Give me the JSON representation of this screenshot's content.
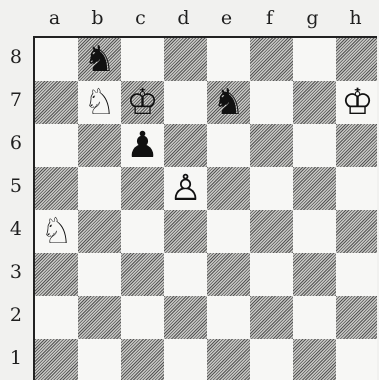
{
  "board": {
    "files": [
      "a",
      "b",
      "c",
      "d",
      "e",
      "f",
      "g",
      "h"
    ],
    "ranks": [
      "8",
      "7",
      "6",
      "5",
      "4",
      "3",
      "2",
      "1"
    ],
    "pieces": [
      {
        "square": "b8",
        "piece": "black-knight",
        "glyph": "♞"
      },
      {
        "square": "b7",
        "piece": "white-knight",
        "glyph": "♘"
      },
      {
        "square": "c7",
        "piece": "white-king",
        "glyph": "♔"
      },
      {
        "square": "e7",
        "piece": "black-knight",
        "glyph": "♞"
      },
      {
        "square": "h7",
        "piece": "white-king",
        "glyph": "♔"
      },
      {
        "square": "c6",
        "piece": "black-pawn",
        "glyph": "♟"
      },
      {
        "square": "d5",
        "piece": "white-pawn",
        "glyph": "♙"
      },
      {
        "square": "a4",
        "piece": "white-knight",
        "glyph": "♘"
      }
    ]
  }
}
